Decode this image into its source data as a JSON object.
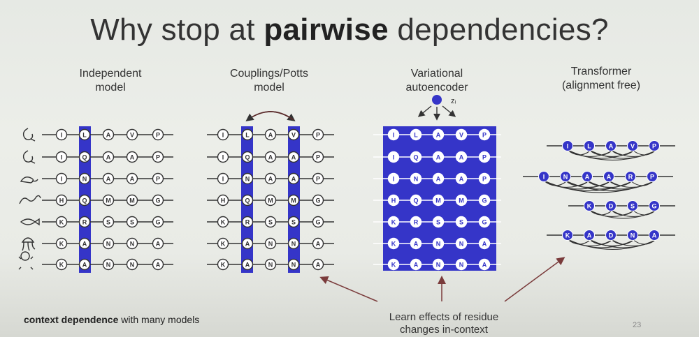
{
  "title": {
    "prefix": "Why stop at ",
    "bold": "pairwise",
    "suffix": " dependencies?"
  },
  "columns": [
    {
      "label_line1": "Independent",
      "label_line2": "model"
    },
    {
      "label_line1": "Couplings/Potts",
      "label_line2": "model"
    },
    {
      "label_line1": "Variational",
      "label_line2": "autoencoder"
    },
    {
      "label_line1": "Transformer",
      "label_line2": "(alignment free)"
    }
  ],
  "latent_label": "zᵢ",
  "msa_rows": [
    [
      "I",
      "L",
      "A",
      "V",
      "P"
    ],
    [
      "I",
      "Q",
      "A",
      "A",
      "P"
    ],
    [
      "I",
      "N",
      "A",
      "A",
      "P"
    ],
    [
      "H",
      "Q",
      "M",
      "M",
      "G"
    ],
    [
      "K",
      "R",
      "S",
      "S",
      "G"
    ],
    [
      "K",
      "A",
      "N",
      "N",
      "A"
    ],
    [
      "K",
      "A",
      "N",
      "N",
      "A"
    ]
  ],
  "transformer_rows": [
    [
      "I",
      "L",
      "A",
      "V",
      "P"
    ],
    [
      "I",
      "N",
      "A",
      "A",
      "R",
      "P"
    ],
    [
      "K",
      "D",
      "S",
      "G"
    ],
    [
      "K",
      "A",
      "D",
      "N",
      "A"
    ]
  ],
  "organism_icons": [
    "monkey-icon",
    "monkey-icon",
    "mouse-icon",
    "worm-icon",
    "fish-icon",
    "jellyfish-icon",
    "bacterium-icon"
  ],
  "footer_left": {
    "bold": "context dependence",
    "rest": " with many models"
  },
  "footer_center": {
    "line1": "Learn effects of residue",
    "line2": "changes in-context"
  },
  "page_number": "23",
  "colors": {
    "accent_blue": "#3535c8",
    "line": "#333333",
    "arrow": "#7a3b3b"
  }
}
